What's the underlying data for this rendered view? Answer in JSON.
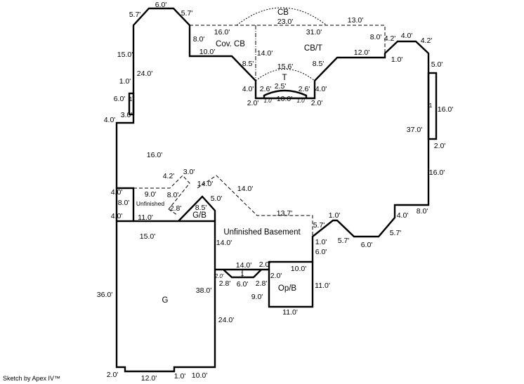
{
  "rooms": {
    "cb": "CB",
    "cov_cb": "Cov. CB",
    "cb_t": "CB/T",
    "t": "T",
    "unfinished": "Unfinished",
    "g_b": "G/B",
    "unfinished_basement": "Unfinished Basement",
    "op_b": "Op/B",
    "g": "G"
  },
  "markers": [
    "1",
    "1",
    "1"
  ],
  "dimensions": [
    "6.0'",
    "5.7'",
    "5.7'",
    "23.0'",
    "13.0'",
    "16.0'",
    "31.0'",
    "8.0'",
    "8.0'",
    "4.2'",
    "4.0'",
    "4.2'",
    "10.0'",
    "12.0'",
    "14.0'",
    "1.0'",
    "15.0'",
    "8.5'",
    "8.5'",
    "5.0'",
    "15.6'",
    "24.0'",
    "1.0'",
    "2.5'",
    "2.6'",
    "2.6'",
    "4.0'",
    "4.0'",
    "10.0'",
    "1.0",
    "1.0",
    "2.0'",
    "2.0'",
    "6.0'",
    "3.0'",
    "4.0'",
    "16.0'",
    "37.0'",
    "2.0'",
    "16.0'",
    "16.0'",
    "4.2'",
    "3.0'",
    "14.0'",
    "14.0'",
    "4.0'",
    "9.0'",
    "8.0'",
    "8.0'",
    "2.8'",
    "8.5'",
    "5.0'",
    "4.0'",
    "8.0'",
    "1.0'",
    "13.7'",
    "4.0'",
    "11.0'",
    "5.7'",
    "15.0'",
    "5.7'",
    "6.0'",
    "5.7'",
    "1.0'",
    "14.0'",
    "6.0'",
    "14.0'",
    "2.0'",
    "10.0'",
    "2.0'",
    "2.0'",
    "2.8'",
    "6.0'",
    "2.8'",
    "11.0'",
    "36.0'",
    "38.0'",
    "9.0'",
    "11.0'",
    "24.0'",
    "2.0'",
    "12.0'",
    "1.0'",
    "10.0'"
  ],
  "footer": "Sketch by Apex IV™"
}
